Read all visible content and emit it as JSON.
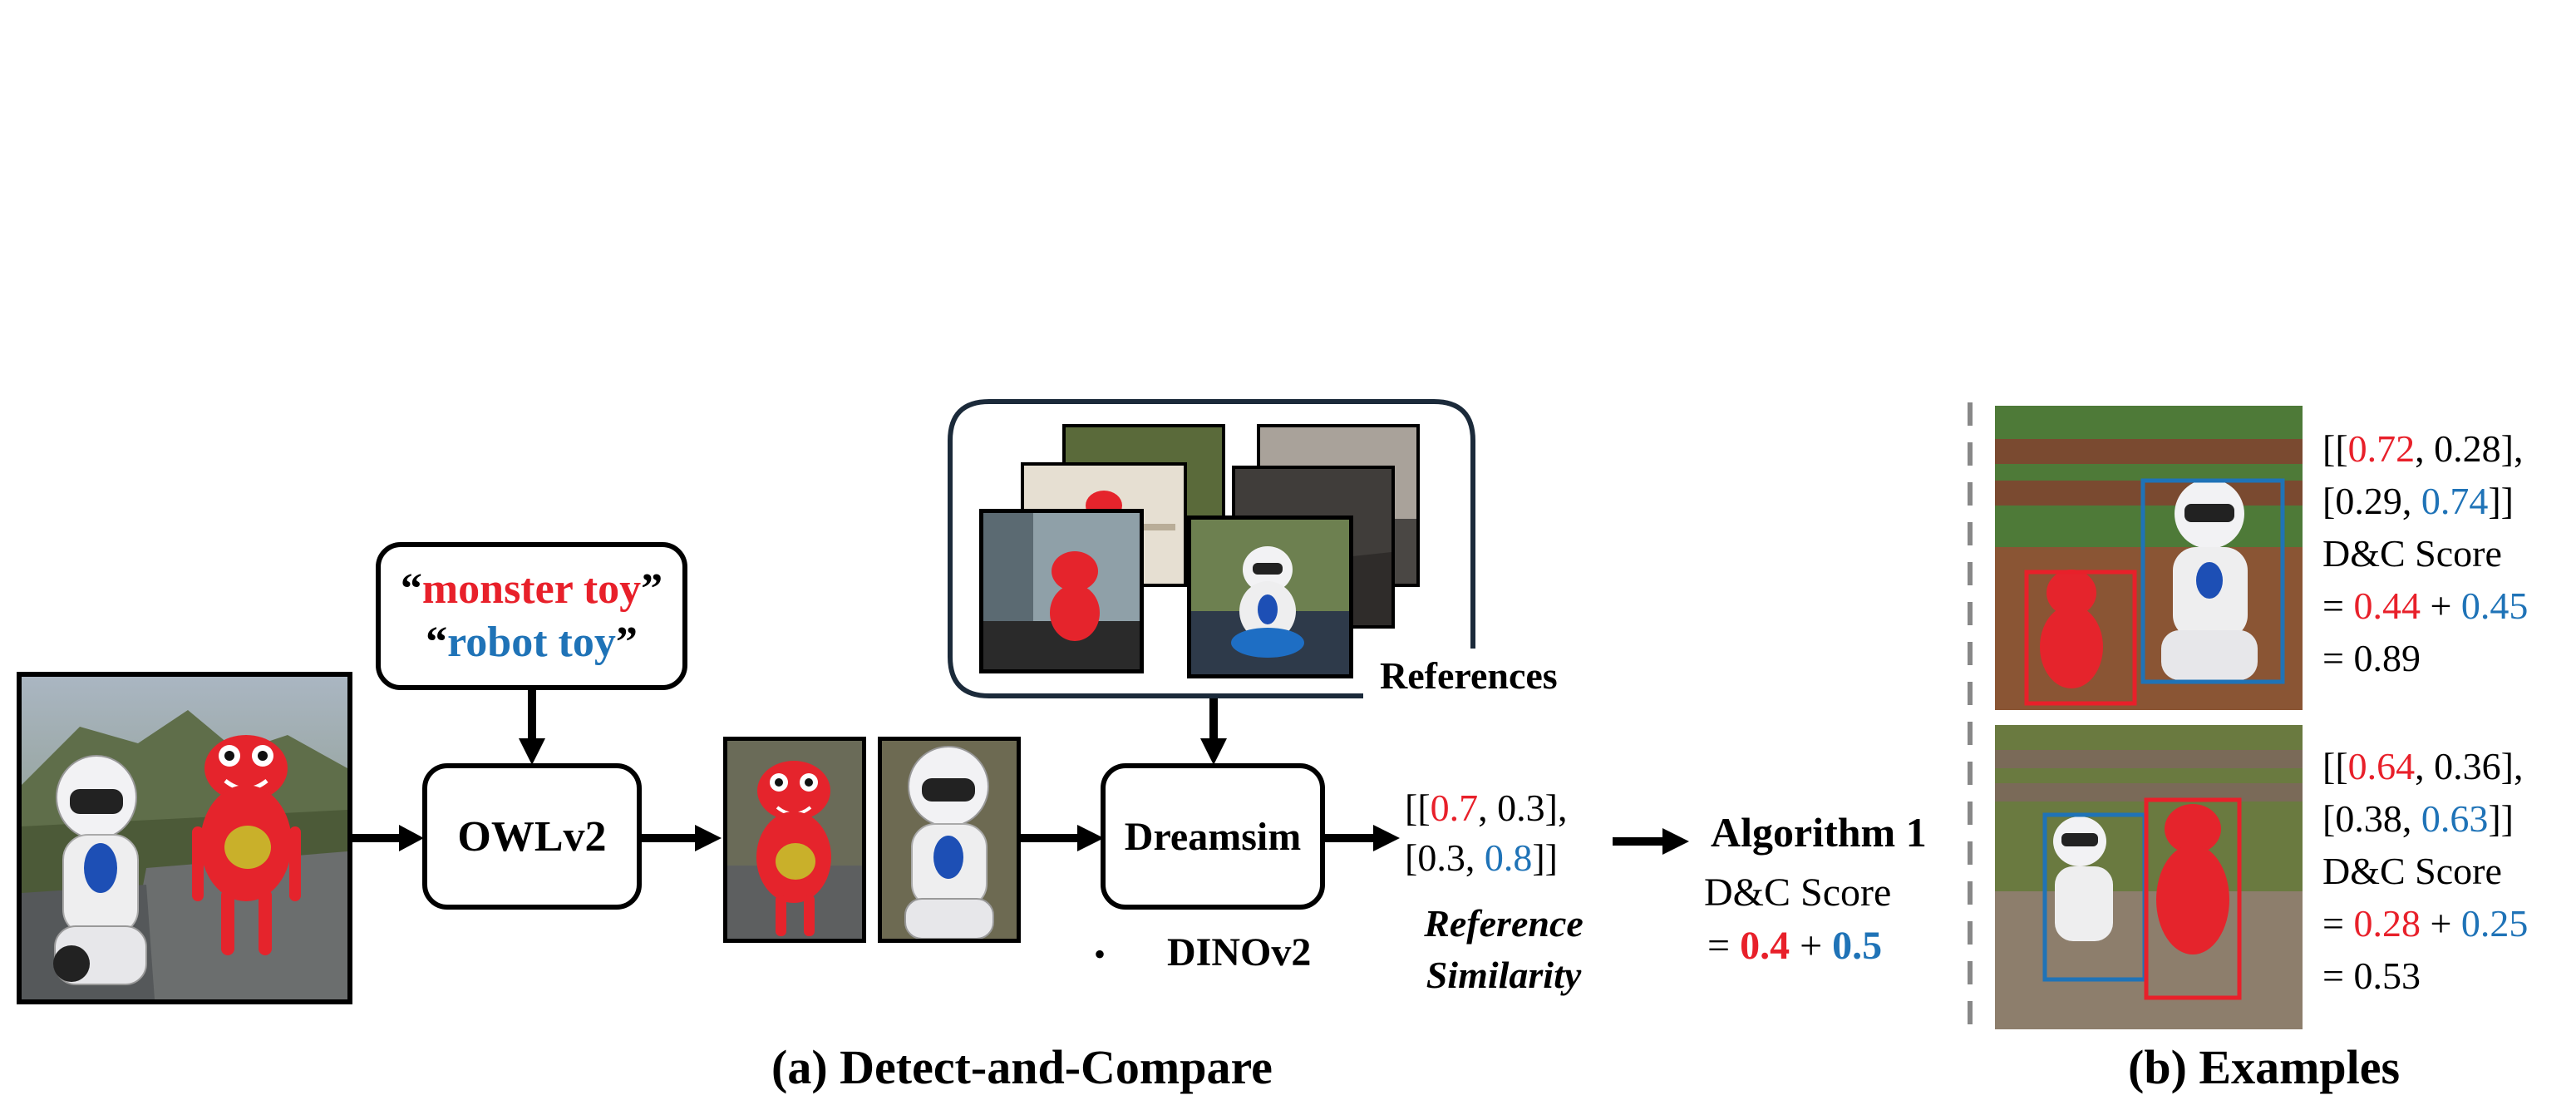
{
  "prompt_box": {
    "line1": {
      "open": "“",
      "text": "monster toy",
      "close": "”"
    },
    "line2": {
      "open": "“",
      "text": "robot toy",
      "close": "”"
    }
  },
  "owl": {
    "label": "OWLv2"
  },
  "dreamsim": {
    "label": "Dreamsim",
    "bullet": "•",
    "alt": "DINOv2"
  },
  "references_label": "References",
  "similarity_matrix": {
    "r1": {
      "open": "[[",
      "a": "0.7",
      "sep": ", ",
      "b": "0.3",
      "close": "],"
    },
    "r2": {
      "open": "[",
      "a": "0.3",
      "sep": ", ",
      "b": "0.8",
      "close": "]]"
    }
  },
  "ref_sim_label": {
    "line1": "Reference",
    "line2": "Similarity"
  },
  "algorithm": {
    "title": "Algorithm 1",
    "score_label": "D&C Score",
    "eq": "= ",
    "a": "0.4",
    "plus": " + ",
    "b": "0.5"
  },
  "caption_a": "(a) Detect-and-Compare",
  "caption_b": "(b) Examples",
  "example1": {
    "r1": {
      "open": "[[",
      "a": "0.72",
      "sep": ", ",
      "b": "0.28",
      "close": "],"
    },
    "r2": {
      "open": "[",
      "a": "0.29",
      "sep": ", ",
      "b": "0.74",
      "close": "]]"
    },
    "score_label": "D&C Score",
    "eq": "= ",
    "s1": "0.44",
    "plus": " + ",
    "s2": "0.45",
    "total": "= 0.89"
  },
  "example2": {
    "r1": {
      "open": "[[",
      "a": "0.64",
      "sep": ", ",
      "b": "0.36",
      "close": "],"
    },
    "r2": {
      "open": "[",
      "a": "0.38",
      "sep": ", ",
      "b": "0.63",
      "close": "]]"
    },
    "score_label": "D&C Score",
    "eq": "= ",
    "s1": "0.28",
    "plus": " + ",
    "s2": "0.25",
    "total": "= 0.53"
  },
  "colors": {
    "red": "#e8202a",
    "blue": "#1f73b7"
  }
}
